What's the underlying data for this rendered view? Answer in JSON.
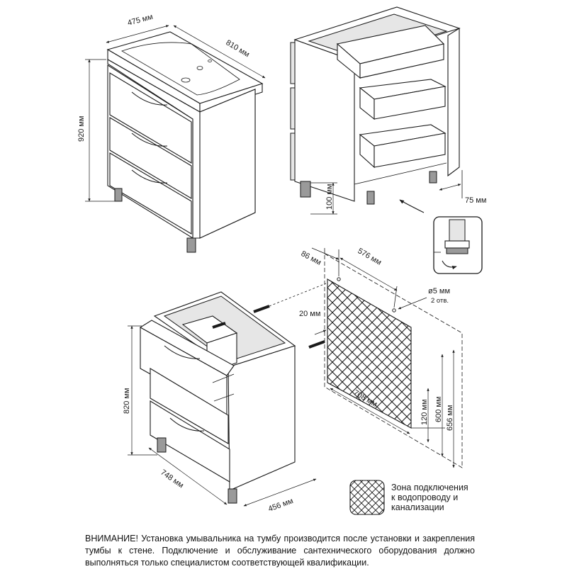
{
  "dimensions": {
    "sink_depth": "475 мм",
    "sink_width": "810 мм",
    "total_height": "920 мм",
    "leg_height": "100 мм",
    "back_gap": "75 мм",
    "panel_left_offset": "86 мм",
    "hole_spacing": "576 мм",
    "hole_diameter": "ø5 мм",
    "hole_count": "2 отв.",
    "screw_length": "20 мм",
    "panel_width": "708 мм",
    "bottom_zone": "120 мм",
    "panel_height_inner": "600 мм",
    "panel_height_outer": "656 мм",
    "cabinet_height": "820 мм",
    "cabinet_width": "748 мм",
    "cabinet_depth": "456 мм"
  },
  "legend": {
    "line1": "Зона подключения",
    "line2": "к водопроводу и",
    "line3": "канализации"
  },
  "warning": "ВНИМАНИЕ! Установка умывальника на тумбу производится после установки и закрепления тумбы к стене. Подключение и обслуживание сантехнического оборудования должно выполняться только специалистом соответствующей квалификации."
}
